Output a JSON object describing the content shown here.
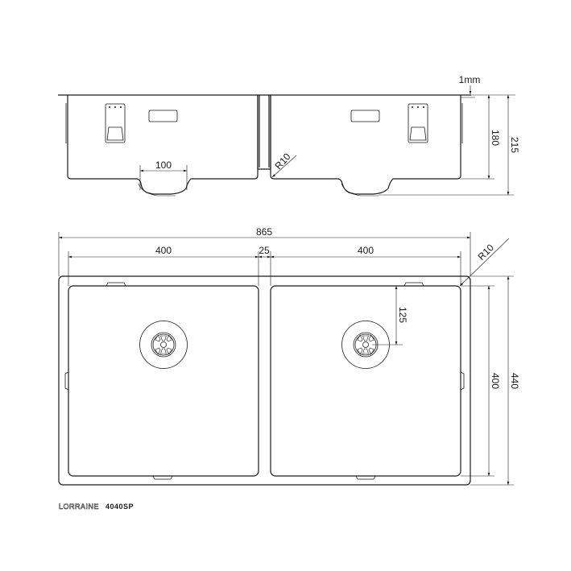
{
  "colors": {
    "line": "#1a1a1a",
    "background": "#ffffff"
  },
  "dimensions": {
    "flange_thickness": "1mm",
    "bowl_depth": "180",
    "total_depth": "215",
    "outlet_width": "100",
    "inner_radius_section": "R10",
    "overall_width": "865",
    "left_bowl_width": "400",
    "divider_width": "25",
    "right_bowl_width": "400",
    "outer_radius": "R10",
    "drain_offset": "125",
    "bowl_length": "400",
    "overall_length": "440"
  },
  "brand": {
    "series": "LORRAINE",
    "model": "4040SP"
  }
}
